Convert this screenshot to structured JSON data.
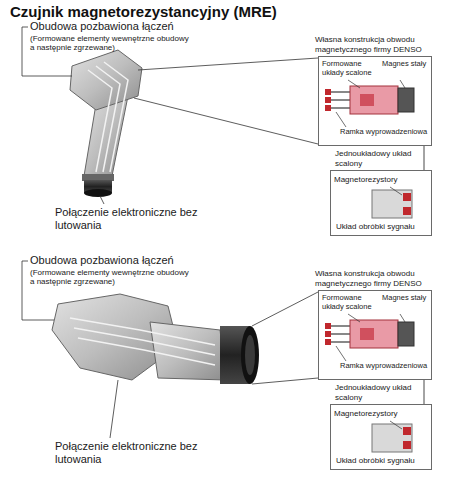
{
  "diagram": {
    "title": "Czujnik magnetorezystancyjny (MRE)",
    "nodes": [
      {
        "text": [
          "Własna konstrukcja obwodu magnetycznego firmy DENSO"
        ]
      },
      {
        "text": [
          "Jednoukładowy układ scalony"
        ]
      },
      {
        "text": [
          "Własna konstrukcja obwodu magnetycznego firmy DENSO"
        ]
      },
      {
        "text": [
          "Jednoukładowy układ scalony"
        ]
      }
    ],
    "edges": [
      {
        "from": 0,
        "to": 1,
        "arrow": "none"
      },
      {
        "from": 2,
        "to": 3,
        "arrow": "none"
      }
    ],
    "labels": [
      "Obudowa pozbawiona łączeń",
      "(Formowane elementy wewnętrzne obudowy a następnie zgrzewane)",
      "Formowane układy scalone",
      "Magnes stały",
      "Ramka wyprowadzeniowa",
      "Magnetorezystory",
      "Układ obróbki sygnału",
      "Połączenie elektroniczne bez lutowania",
      "Obudowa pozbawiona łączeń",
      "(Formowane elementy wewnętrzne obudowy a następnie zgrzewane)",
      "Formowane układy scalone",
      "Magnes stały",
      "Ramka wyprowadzeniowa",
      "Magnetorezystory",
      "Układ obróbki sygnału",
      "Połączenie elektroniczne bez lutowania"
    ]
  }
}
